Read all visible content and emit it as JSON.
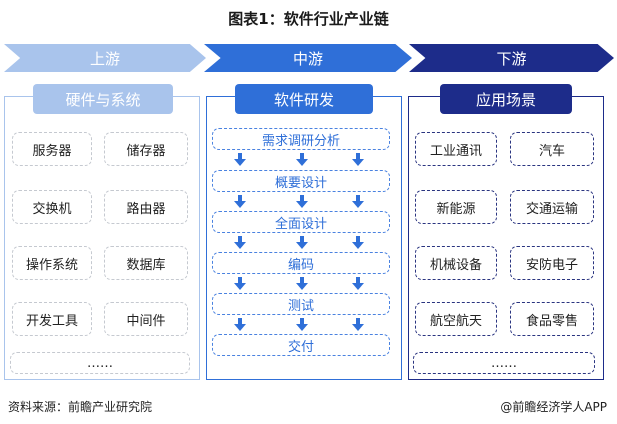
{
  "title": "图表1：软件行业产业链",
  "stages": [
    {
      "label": "上游"
    },
    {
      "label": "中游"
    },
    {
      "label": "下游"
    }
  ],
  "upstream": {
    "header": "硬件与系统",
    "items": [
      "服务器",
      "储存器",
      "交换机",
      "路由器",
      "操作系统",
      "数据库",
      "开发工具",
      "中间件"
    ],
    "more": "……"
  },
  "midstream": {
    "header": "软件研发",
    "steps": [
      "需求调研分析",
      "概要设计",
      "全面设计",
      "编码",
      "测试",
      "交付"
    ]
  },
  "downstream": {
    "header": "应用场景",
    "items": [
      "工业通讯",
      "汽车",
      "新能源",
      "交通运输",
      "机械设备",
      "安防电子",
      "航空航天",
      "食品零售"
    ],
    "more": "……"
  },
  "footer": {
    "source": "资料来源：前瞻产业研究院",
    "brand": "@前瞻经济学人APP"
  },
  "colors": {
    "upstream": "#a9c4ec",
    "midstream": "#2f6fd8",
    "downstream": "#1d2c8a"
  }
}
